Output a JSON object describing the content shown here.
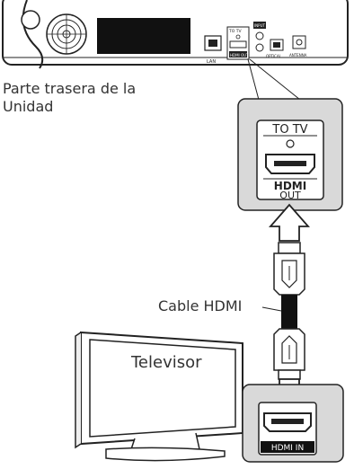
{
  "diagram": {
    "unit_caption_line1": "Parte trasera de la",
    "unit_caption_line2": "Unidad",
    "cable_label": "Cable HDMI",
    "tv_label": "Televisor",
    "panel_ports": {
      "lan": "LAN",
      "to_tv": "TO TV",
      "hdmi_out": "HDMI OUT",
      "input": "INPUT",
      "optical": "OPTICAL",
      "antenna": "ANTENNA"
    },
    "unit_callout": {
      "top_label": "TO TV",
      "bottom_line1": "HDMI",
      "bottom_line2": "OUT"
    },
    "tv_callout": {
      "port_label": "HDMI IN"
    },
    "colors": {
      "line": "#222222",
      "gray_fill": "#d9d9d9",
      "dark_fill": "#111111"
    }
  }
}
